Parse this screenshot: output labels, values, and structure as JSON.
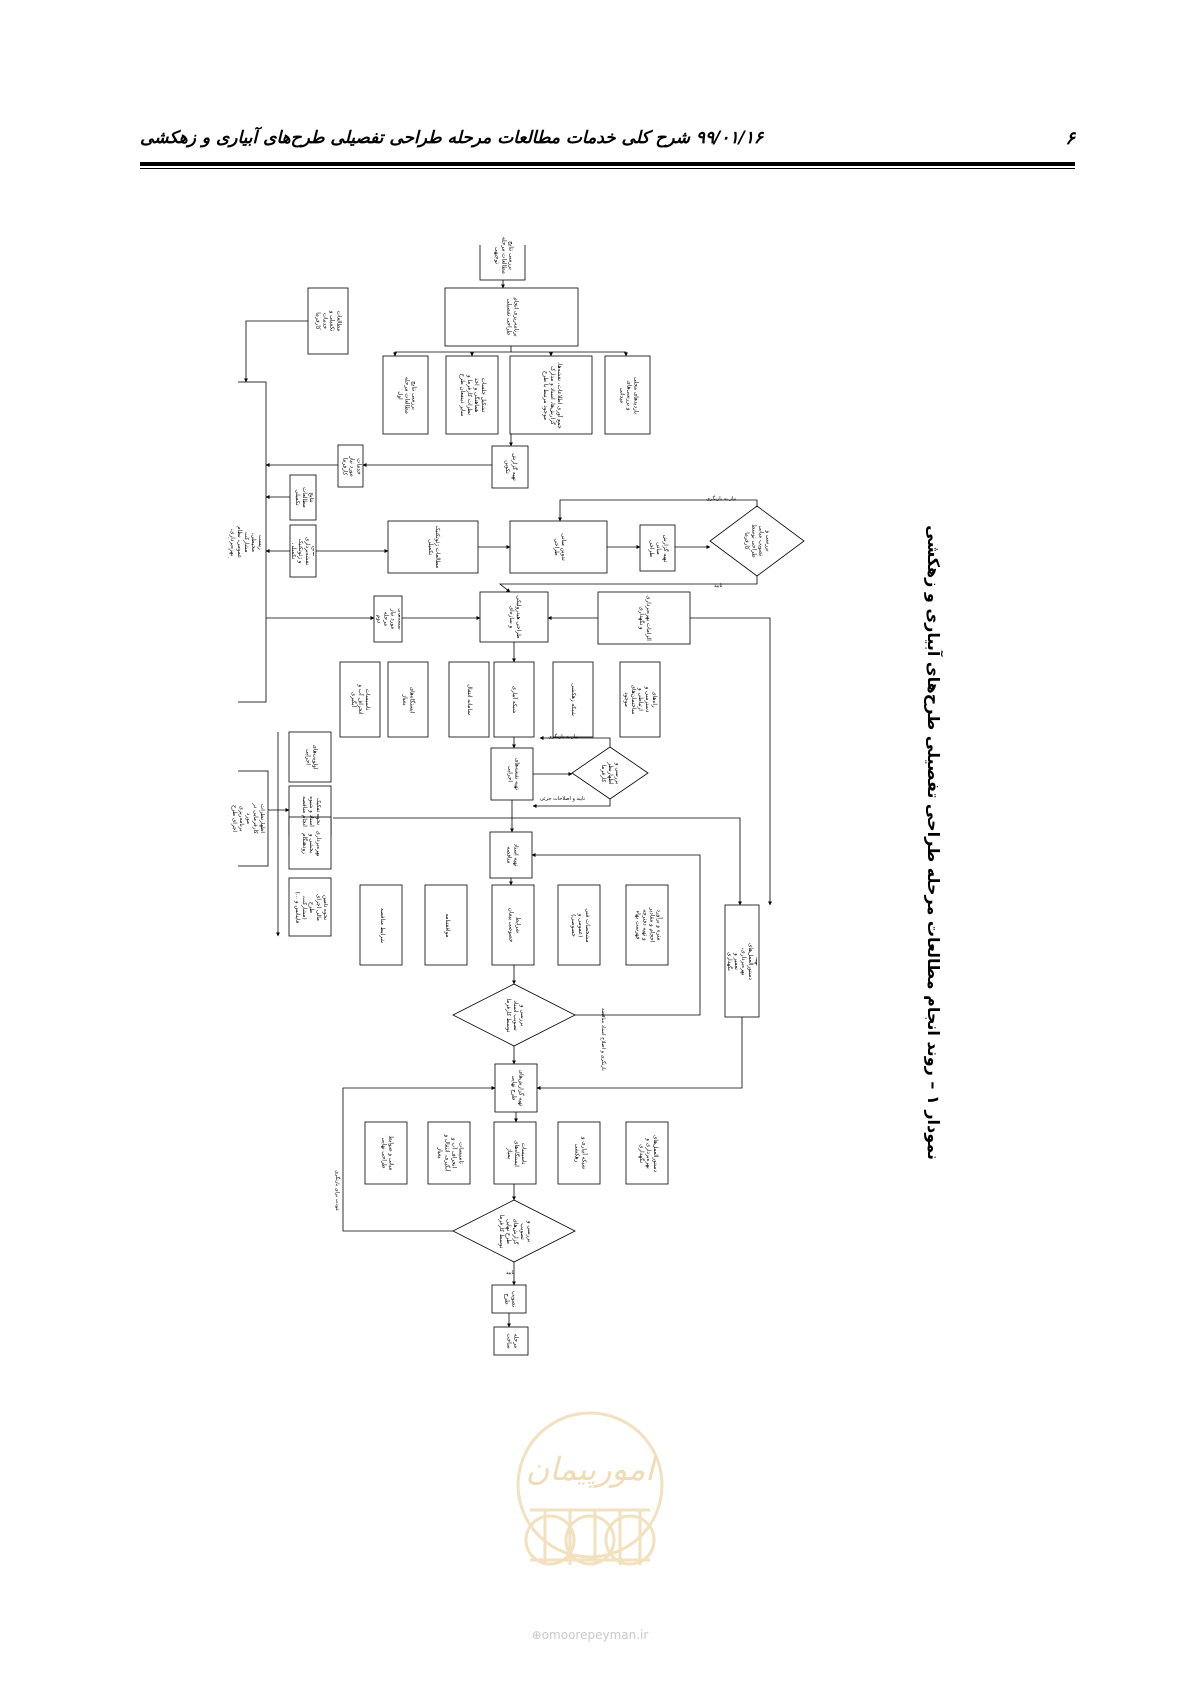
{
  "header": {
    "title": "۹۹/۰۱/۱۶   شرح کلی خدمات مطالعات مرحله طراحی تفصیلی طرح‌های آبیاری و زهکشی",
    "page_number": "۶"
  },
  "caption": "نمودار ۱ – روند انجام مطالعات مرحله طراحی  تفصیلی طرح‌های آبیاری و زهکشی",
  "watermark": {
    "text": "امورپیمان",
    "color": "#e8cf8f"
  },
  "footer": {
    "url": "omoorepeyman.ir"
  },
  "flowchart": {
    "nodes": [
      {
        "id": "n1",
        "text": "بررسی نتایج مطالعات مرحله توجیهی"
      },
      {
        "id": "n2",
        "text": "برنامه‌ریزی انجام طراحی تفصیلی"
      },
      {
        "id": "n3",
        "text": "مطالعات تکمیلی و خدمات کارفرما"
      },
      {
        "id": "n4",
        "text": "خدمات کارفرمایی شامل: عملیات اکتشافی ژئوتکنیک تکمیلی نقشه‌برداری تکمیلی، تهیه کاداستر اراضی و مطالعات تکمیلی شامل: اجتماعی، زیست محیطی، مشارکت عمومی، نظام بهره‌برداری، انتقال مالکیت اراضی، تشکل‌های آببران، اندازه‌گیری منابع آب در صورت نیاز به بازنگری یا هماهنگ با برنامه‌سازی کشاورزی، نحوه ایجاد"
      },
      {
        "id": "n5",
        "text": "بازدیدهای محلی و بررسی‌های میدانی"
      },
      {
        "id": "n6",
        "text": "جمع آوری اطلاعات، نقشه‌ها، گزارش‌ها، اسناد و مدارک موجود مرتبط با طرح"
      },
      {
        "id": "n7",
        "text": "تشکیل جلسات هماهنگی و اخذ نظرات کارفرما و سایر ذینفعان طرح"
      },
      {
        "id": "n8",
        "text": "بررسی نتایج مطالعات مرحله اول"
      },
      {
        "id": "n9",
        "text": "تهیه گزارش تکوین"
      },
      {
        "id": "n10",
        "text": "خدمات مورد نیاز کارفرما"
      },
      {
        "id": "n11",
        "text": "نتایج مطالعات تکمیلی"
      },
      {
        "id": "n12",
        "text": "نتایج نقشه‌برداری و ژئوتکنیک تکمیلی"
      },
      {
        "id": "n13",
        "text": "مطالعات ژئوتکنیک تکمیلی"
      },
      {
        "id": "n14",
        "text": "تدوین مبانی طراحی"
      },
      {
        "id": "n15",
        "text": "تهیه گزارش مبانی طراحی"
      },
      {
        "id": "n16",
        "text": "بررسی و تصویب مبانی طراحی توسط کارفرما"
      },
      {
        "id": "n17",
        "text": "الزامات بهره‌برداری و نگهداری"
      },
      {
        "id": "n18",
        "text": "طراحی هیدرولیکی و سازه‌ای"
      },
      {
        "id": "n19",
        "text": "نقشه‌های مورد نیاز مرحله دوم"
      },
      {
        "id": "n20",
        "text": "راه‌های دسترسی و ارتباطی و ساختمان‌های موجود"
      },
      {
        "id": "n21",
        "text": "شبکه زهکشی"
      },
      {
        "id": "n22",
        "text": "شبکه آبیاری"
      },
      {
        "id": "n23",
        "text": "سامانه انتقال"
      },
      {
        "id": "n24",
        "text": "ایستگاه‌های پمپاژ"
      },
      {
        "id": "n25",
        "text": "تاسیسات انحراف آب و آبگیری"
      },
      {
        "id": "n26",
        "text": "تهیه نقشه‌های اجرایی"
      },
      {
        "id": "n27",
        "text": "بررسی و اظهارنظر کارفرما"
      },
      {
        "id": "n28",
        "text": "اظهارنظرات کارفرمایی در مورد برنامه‌ریزی اجرای طرح"
      },
      {
        "id": "n29",
        "text": "اولویت‌های اجرایی"
      },
      {
        "id": "n30",
        "text": "نحوه تفکیک اسناد و شیوه انجام مناقصه"
      },
      {
        "id": "n31",
        "text": "بهره‌برداری بخشی و زودهنگام"
      },
      {
        "id": "n32",
        "text": "نحوه تامین مالی اجرای طرح (مشارکت، فاینانس و ...)"
      },
      {
        "id": "n33",
        "text": "تهیه اسناد مناقصه"
      },
      {
        "id": "n34",
        "text": "متره و برآورد احجام و مقادیر و تهیه دفترچه فهرست بهاء"
      },
      {
        "id": "n35",
        "text": "مشخصات فنی (عمومی و خصوصی)"
      },
      {
        "id": "n36",
        "text": "شرایط خصوصی پیمان"
      },
      {
        "id": "n37",
        "text": "موافقتنامه"
      },
      {
        "id": "n38",
        "text": "شرایط مناقصه"
      },
      {
        "id": "n39",
        "text": "بررسی و تصویب اسناد توسط کارفرما"
      },
      {
        "id": "n40",
        "text": "تهیه دستورالعمل‌های بهره‌برداری، تعمیر و نگهداری"
      },
      {
        "id": "n41",
        "text": "تهیه گزارش‌های طرح نهایی"
      },
      {
        "id": "n42",
        "text": "دستورالعمل‌های بهره‌برداری و نگهداری"
      },
      {
        "id": "n43",
        "text": "شبکه آبیاری و زهکشی"
      },
      {
        "id": "n44",
        "text": "تاسیسات ایستگاه‌های پمپاژ"
      },
      {
        "id": "n45",
        "text": "تاسیسات انحراف آب و آبگیری، انتقال و پمپاژ"
      },
      {
        "id": "n46",
        "text": "مبانی و ضوابط طراحی نهایی"
      },
      {
        "id": "n47",
        "text": "بررسی و تصویب گزارش‌های طرح نهایی توسط کارفرما"
      },
      {
        "id": "n48",
        "text": "تصویب طرح"
      },
      {
        "id": "n49",
        "text": "مرحله ساخت"
      }
    ],
    "notes": {
      "approve_top": "نیاز به بازنگری",
      "approve_bottom": "تایید",
      "exec_top": "نیاز به بازنگری",
      "exec_bottom": "تایید و اصلاحات جزئی",
      "tender_side": "بازنگری و اصلاح اسناد مناقصه",
      "final_side": "عودت برای بازنگری",
      "final_bottom": "تایید"
    }
  }
}
